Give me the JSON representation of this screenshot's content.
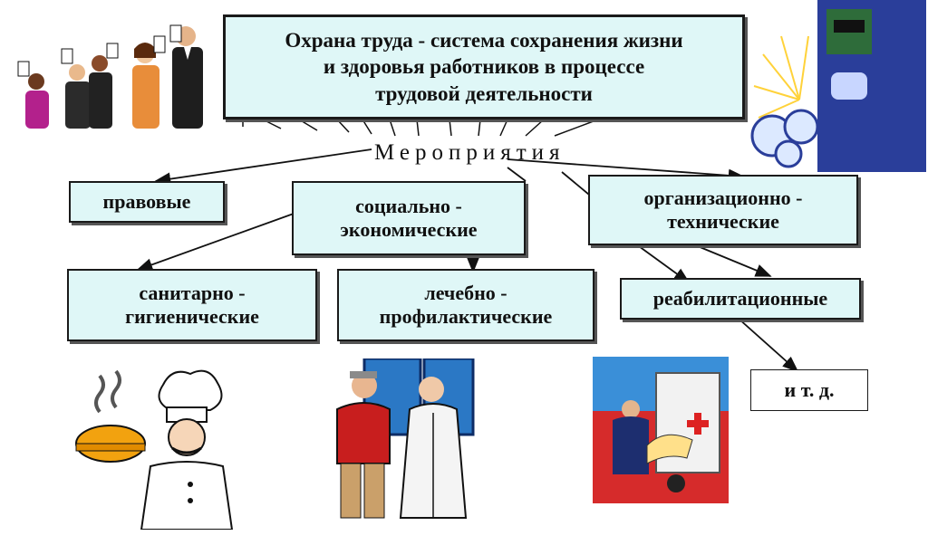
{
  "title": {
    "line1": "Охрана труда - система сохранения жизни",
    "line2": "и здоровья работников в процессе",
    "line3": "трудовой деятельности"
  },
  "measures_label": "Мероприятия",
  "categories": {
    "legal": "правовые",
    "socio_econ_1": "социально -",
    "socio_econ_2": "экономические",
    "org_tech_1": "организационно -",
    "org_tech_2": "технические",
    "sanitary_1": "санитарно -",
    "sanitary_2": "гигиенические",
    "medical_1": "лечебно -",
    "medical_2": "профилактические",
    "rehab": "реабилитационные",
    "etc": "и т. д."
  },
  "colors": {
    "box_fill": "#dff7f7",
    "border": "#1a1a1a",
    "ambulance_red": "#d22",
    "ambulance_bg": "#3a8fd8"
  },
  "icons": [
    "scorecard-people-icon",
    "welder-icon",
    "chef-icon",
    "doctor-patient-icon",
    "ambulance-icon"
  ]
}
